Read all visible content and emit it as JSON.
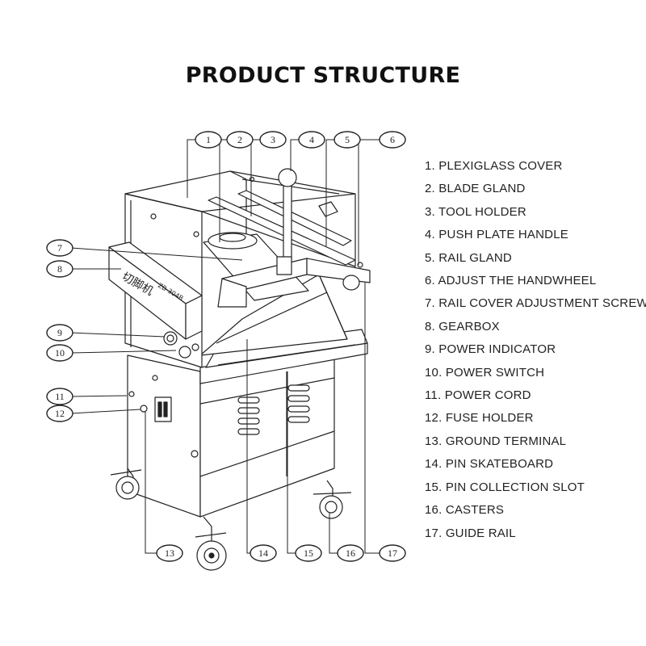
{
  "title": "PRODUCT STRUCTURE",
  "machine": {
    "brand_label": "切脚机",
    "model_label": "ZB-304B"
  },
  "callouts": [
    "1",
    "2",
    "3",
    "4",
    "5",
    "6",
    "7",
    "8",
    "9",
    "10",
    "11",
    "12",
    "13",
    "14",
    "15",
    "16",
    "17"
  ],
  "legend": [
    "1. PLEXIGLASS COVER",
    "2. BLADE GLAND",
    "3. TOOL HOLDER",
    "4. PUSH PLATE HANDLE",
    "5. RAIL GLAND",
    "6. ADJUST THE HANDWHEEL",
    "7. RAIL COVER ADJUSTMENT SCREW",
    "8. GEARBOX",
    "9. POWER INDICATOR",
    "10. POWER SWITCH",
    "11. POWER CORD",
    "12. FUSE HOLDER",
    "13. GROUND TERMINAL",
    "14. PIN SKATEBOARD",
    "15. PIN COLLECTION SLOT",
    "16. CASTERS",
    "17. GUIDE RAIL"
  ]
}
